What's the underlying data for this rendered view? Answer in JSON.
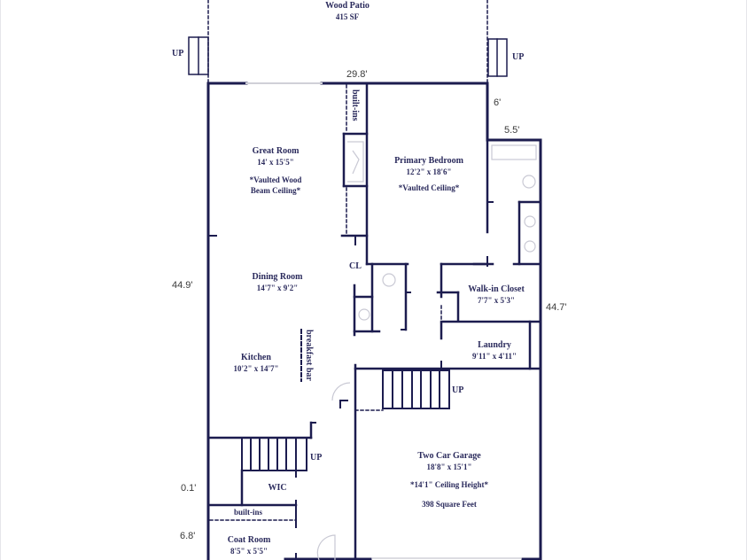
{
  "plan": {
    "wall_color": "#1c1c4f",
    "fixture_color": "#c9c9d4",
    "text_color": "#2a2a5c"
  },
  "patio": {
    "name": "Wood Patio",
    "area": "415 SF"
  },
  "stairs_labels": {
    "up_left": "UP",
    "up_right": "UP",
    "up_laundry": "UP",
    "up_wic": "UP"
  },
  "dimensions": {
    "top_width": "29.8'",
    "right_upper": "6'",
    "bump_width": "5.5'",
    "left_height": "44.9'",
    "right_height": "44.7'",
    "left_small": "0.1'",
    "left_bottom": "6.8'"
  },
  "rooms": {
    "great_room": {
      "name": "Great Room",
      "size": "14' x 15'5\"",
      "note1": "*Vaulted Wood",
      "note2": "Beam Ceiling*"
    },
    "primary_bedroom": {
      "name": "Primary Bedroom",
      "size": "12'2\" x 18'6\"",
      "note": "*Vaulted Ceiling*"
    },
    "dining_room": {
      "name": "Dining Room",
      "size": "14'7\" x 9'2\""
    },
    "kitchen": {
      "name": "Kitchen",
      "size": "10'2\" x 14'7\""
    },
    "walk_in_closet": {
      "name": "Walk-in Closet",
      "size": "7'7\" x 5'3\""
    },
    "laundry": {
      "name": "Laundry",
      "size": "9'11\" x 4'11\""
    },
    "garage": {
      "name": "Two Car Garage",
      "size": "18'8\" x 15'1\"",
      "note": "*14'1\" Ceiling Height*",
      "area": "398 Square Feet"
    },
    "wic": {
      "name": "WIC"
    },
    "coat_room": {
      "name": "Coat Room",
      "size": "8'5\" x 5'5\""
    }
  },
  "annotations": {
    "built_ins_vertical": "built-ins",
    "built_ins_horizontal": "built-ins",
    "breakfast_bar": "breakfast bar",
    "closet": "CL"
  }
}
